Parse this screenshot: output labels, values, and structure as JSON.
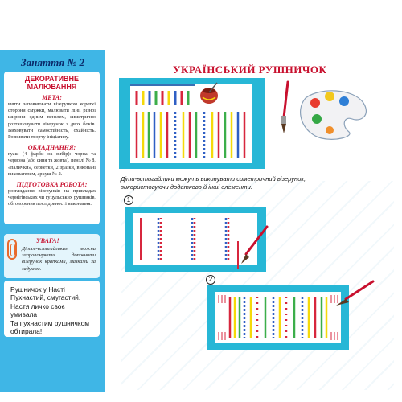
{
  "lesson": {
    "title": "Заняття № 2"
  },
  "card": {
    "heading": "ДЕКОРАТИВНЕ МАЛЮВАННЯ",
    "goal_label": "МЕТА:",
    "goal_text": "вчити заповнювати візерунком короткі сторони смужки, малювати лінії різної ширини одним пензлем, симетрично розташовувати візерунок з двох боків. Виховувати самостійність, охайність. Розвивати творчу ініціативу.",
    "equipment_label": "ОБЛАДНАННЯ:",
    "equipment_text": "гуаш (4 фарби на вибір): чорна та червона (або синя та жовта), пензлі № 8, «палички», серветки, 2 зразки, виконані вихователем, аркуш № 2.",
    "prep_label": "ПІДГОТОВКА РОБОТА:",
    "prep_text": "розглядання візерунків на прикладах чернігівських чи гуцульських рушників, обговорення послідовності виконання."
  },
  "note": {
    "heading": "УВАГА!",
    "text": "Дітям-встигайлик­ам можна запропонувати доповнити візерунок крапками, мазками за задумом."
  },
  "poem": {
    "lines": [
      "Рушничок у Насті",
      "Пухнастий, смугастий.",
      "Настя личко своє умивала",
      "Та пухнастим рушничком",
      "обтирала!"
    ]
  },
  "main": {
    "title": "УКРАЇНСЬКИЙ РУШНИЧОК",
    "caption": "Діти-встигайлики можуть виконувати симетричний візерунок, використовуючи додатково й інші елементи.",
    "step1": "1",
    "step2": "2"
  },
  "colors": {
    "panel_blue": "#3fb6e6",
    "heading_red": "#c8102e",
    "frame_teal": "#27b7d6",
    "stripe_red": "#d7263d",
    "stripe_yellow": "#f5d90a",
    "stripe_blue": "#2f5fc4",
    "stripe_green": "#3cae4a"
  },
  "icons": [
    "paperclip-icon",
    "brush-icon",
    "palette-icon",
    "paint-pot-icon"
  ]
}
